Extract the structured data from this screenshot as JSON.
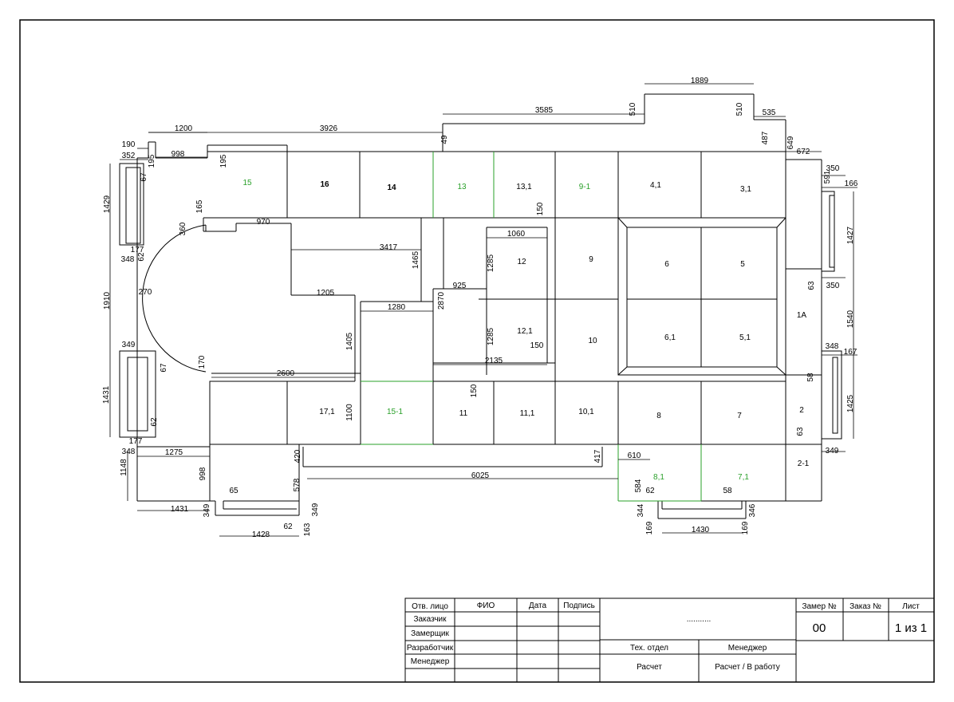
{
  "colors": {
    "green": "#2aa02a",
    "line": "#000000"
  },
  "rooms": [
    {
      "id": "r15",
      "label": "15",
      "green": true
    },
    {
      "id": "r16",
      "label": "16",
      "green": false
    },
    {
      "id": "r14",
      "label": "14",
      "green": false
    },
    {
      "id": "r13",
      "label": "13",
      "green": true
    },
    {
      "id": "r13-1",
      "label": "13,1",
      "green": false
    },
    {
      "id": "r9-1",
      "label": "9-1",
      "green": true
    },
    {
      "id": "r4-1",
      "label": "4,1",
      "green": false
    },
    {
      "id": "r3-1",
      "label": "3,1",
      "green": false
    },
    {
      "id": "r12",
      "label": "12",
      "green": false
    },
    {
      "id": "r9",
      "label": "9",
      "green": false
    },
    {
      "id": "r6",
      "label": "6",
      "green": false
    },
    {
      "id": "r5",
      "label": "5",
      "green": false
    },
    {
      "id": "r1a",
      "label": "1А",
      "green": false
    },
    {
      "id": "r12-1",
      "label": "12,1",
      "green": false
    },
    {
      "id": "r10",
      "label": "10",
      "green": false
    },
    {
      "id": "r6-1",
      "label": "6,1",
      "green": false
    },
    {
      "id": "r5-1",
      "label": "5,1",
      "green": false
    },
    {
      "id": "r17-1",
      "label": "17,1",
      "green": false
    },
    {
      "id": "r15-1",
      "label": "15-1",
      "green": true
    },
    {
      "id": "r11",
      "label": "11",
      "green": false
    },
    {
      "id": "r11-1",
      "label": "11,1",
      "green": false
    },
    {
      "id": "r10-1",
      "label": "10,1",
      "green": false
    },
    {
      "id": "r8",
      "label": "8",
      "green": false
    },
    {
      "id": "r7",
      "label": "7",
      "green": false
    },
    {
      "id": "r2",
      "label": "2",
      "green": false
    },
    {
      "id": "r8-1",
      "label": "8,1",
      "green": true
    },
    {
      "id": "r7-1",
      "label": "7,1",
      "green": true
    },
    {
      "id": "r2-1",
      "label": "2-1",
      "green": false
    }
  ],
  "dimensions": [
    "1889",
    "3585",
    "510",
    "510",
    "535",
    "487",
    "649",
    "672",
    "350",
    "591",
    "166",
    "1200",
    "3926",
    "190",
    "352",
    "998",
    "195",
    "195",
    "49",
    "67",
    "1429",
    "165",
    "970",
    "360",
    "150",
    "1060",
    "3417",
    "1465",
    "1285",
    "348",
    "177",
    "62",
    "1910",
    "270",
    "925",
    "1205",
    "1280",
    "2870",
    "1285",
    "150",
    "63",
    "350",
    "1540",
    "1427",
    "349",
    "67",
    "1405",
    "2135",
    "170",
    "2600",
    "348",
    "167",
    "58",
    "1425",
    "1431",
    "62",
    "150",
    "1100",
    "177",
    "348",
    "63",
    "349",
    "1275",
    "420",
    "417",
    "610",
    "1148",
    "998",
    "6025",
    "584",
    "62",
    "58",
    "578",
    "65",
    "1431",
    "349",
    "349",
    "62",
    "163",
    "1428",
    "344",
    "169",
    "1430",
    "169",
    "346"
  ],
  "title_block": {
    "headers": [
      "Отв. лицо",
      "ФИО",
      "Дата",
      "Подпись"
    ],
    "rows": [
      "Заказчик",
      "Замерщик",
      "Разработчик",
      "Менеджер"
    ],
    "dots": "...........",
    "tech": "Тех. отдел",
    "manager": "Менеджер",
    "calc": "Расчет",
    "calc_work": "Расчет / В работу",
    "zamer_label": "Замер №",
    "order_label": "Заказ №",
    "sheet_label": "Лист",
    "zamer_value": "00",
    "order_value": "",
    "sheet_value": "1 из 1"
  }
}
